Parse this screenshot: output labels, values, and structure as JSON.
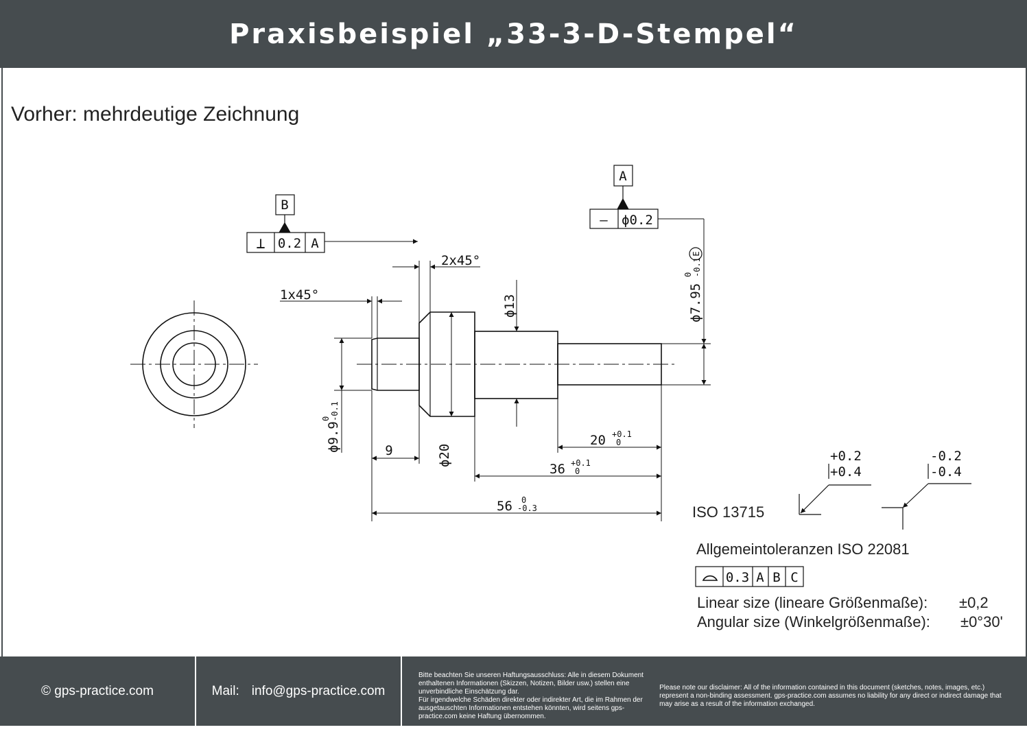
{
  "header": {
    "title": "Praxisbeispiel „33-3-D-Stempel“"
  },
  "subtitle": "Vorher: mehrdeutige Zeichnung",
  "drawing": {
    "datum_a": "A",
    "datum_b": "B",
    "perp_frame": {
      "symbol": "⊥",
      "tolerance": "0.2",
      "datum": "A"
    },
    "straight_frame": {
      "symbol": "—",
      "tolerance": "ϕ0.2"
    },
    "chamfer_small": "1x45°",
    "chamfer_large": "2x45°",
    "dia_13": "ϕ13",
    "dia_795": "ϕ7.95",
    "dia_795_upper": "0",
    "dia_795_lower": "-0.1",
    "envelope": "E",
    "dia_99": "ϕ9.9",
    "dia_99_upper": "0",
    "dia_99_lower": "-0.1",
    "dia_20": "ϕ20",
    "len_9": "9",
    "len_20": "20",
    "len_20_upper": "+0.1",
    "len_20_lower": "0",
    "len_36": "36",
    "len_36_upper": "+0.1",
    "len_36_lower": "0",
    "len_56": "56",
    "len_56_upper": "0",
    "len_56_lower": "-0.3"
  },
  "legend": {
    "iso_13715": "ISO 13715",
    "edge_pos_1": "+0.2",
    "edge_pos_2": "+0.4",
    "edge_neg_1": "-0.2",
    "edge_neg_2": "-0.4",
    "general_tol_title": "Allgemeintoleranzen ISO 22081",
    "profile_frame": {
      "tolerance": "0.3",
      "datum_1": "A",
      "datum_2": "B",
      "datum_3": "C"
    },
    "linear_label": "Linear size (lineare Größenmaße):",
    "linear_value": "±0,2",
    "angular_label": "Angular size (Winkelgrößenmaße):",
    "angular_value": "±0°30'"
  },
  "footer": {
    "copyright": "© gps-practice.com",
    "mail_label": "Mail:",
    "mail_address": "info@gps-practice.com",
    "disclaimer_de_1": "Bitte beachten Sie unseren Haftungsausschluss: Alle in diesem Dokument enthaltenen Informationen (Skizzen, Notizen, Bilder usw.) stellen eine unverbindliche Einschätzung dar.",
    "disclaimer_de_2": "Für irgendwelche Schäden direkter oder indirekter Art, die im Rahmen der ausgetauschten Informationen entstehen könnten, wird seitens gps-practice.com keine Haftung übernommen.",
    "disclaimer_en": "Please note our disclaimer: All of the information contained in this document (sketches, notes, images, etc.) represent a non-binding assessment. gps-practice.com assumes no liability for any direct or indirect damage that may arise as a result of the information exchanged."
  },
  "colors": {
    "header_bg": "#464c4f",
    "line": "#111111",
    "background": "#ffffff"
  }
}
